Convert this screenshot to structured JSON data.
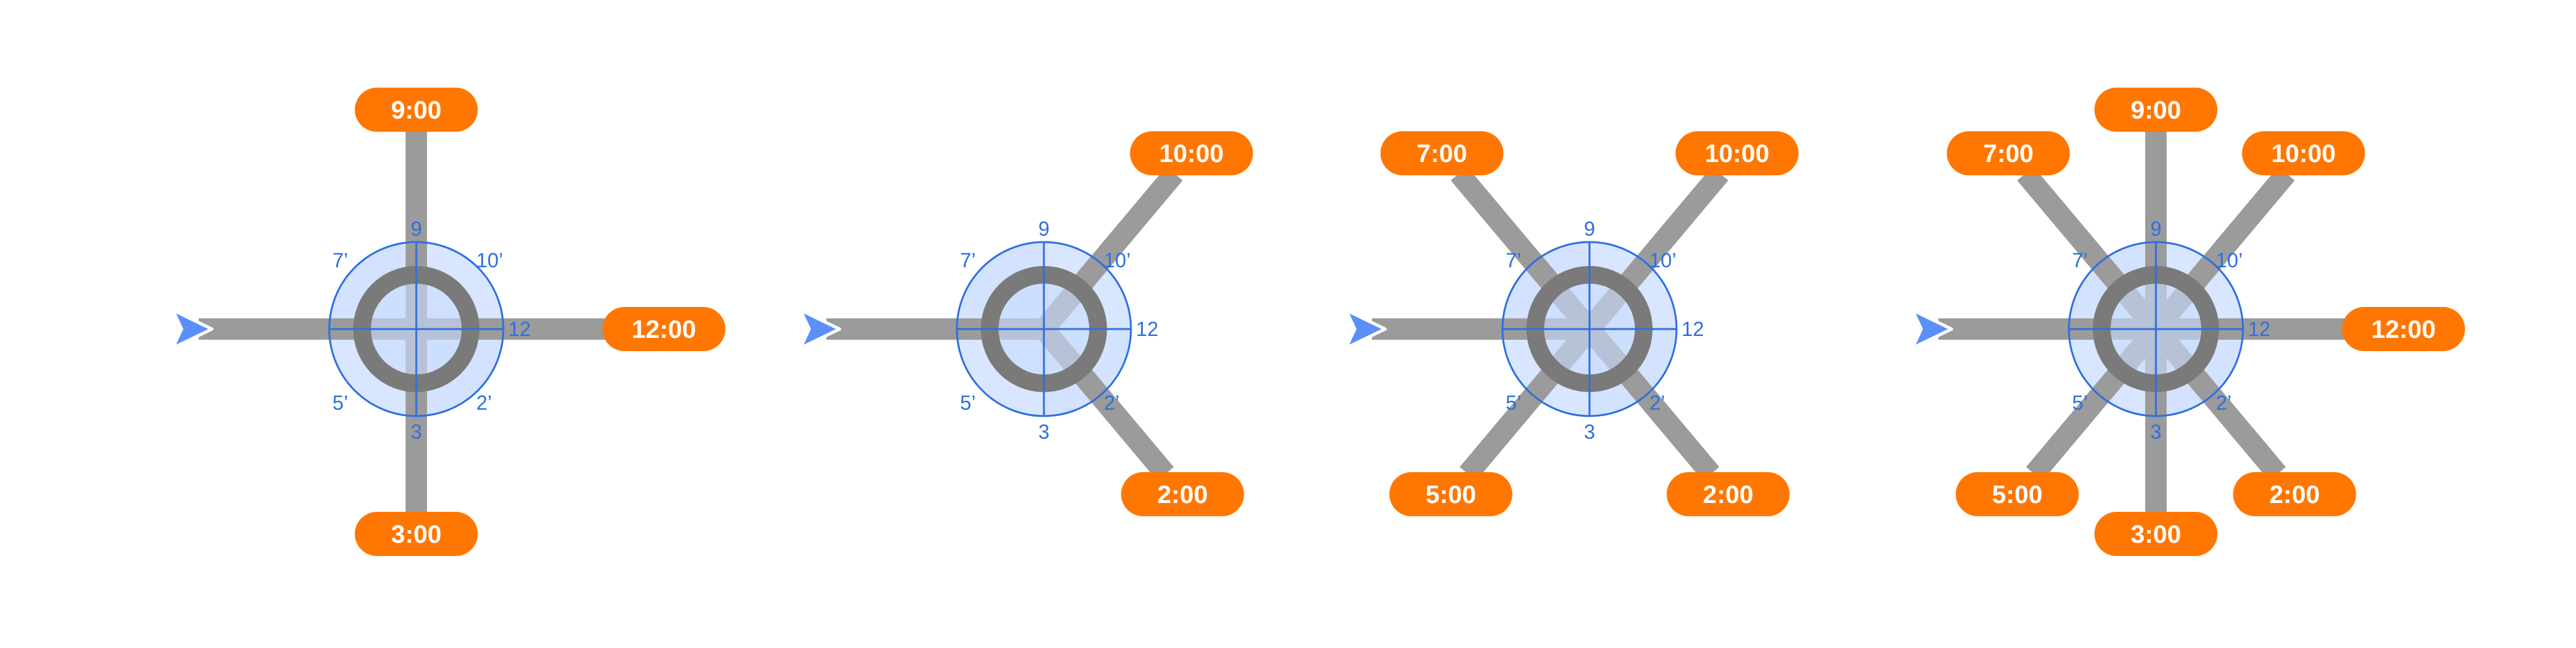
{
  "colors": {
    "road": "#9b9b9b",
    "ring": "#7a7a7a",
    "dial": "#2f6fe0",
    "dial_fill": "#c9dcff",
    "pill": "#ff7700",
    "pill_text": "#ffffff",
    "arrow": "#5b8ff9"
  },
  "icons": {
    "entry": "direction-arrow-icon"
  },
  "dial_labels": {
    "d9": "9",
    "d12": "12",
    "d3": "3",
    "d7": "7’",
    "d10": "10’",
    "d5": "5’",
    "d2": "2’"
  },
  "diagrams": [
    {
      "exits": [
        {
          "dir": "9",
          "label": "9:00"
        },
        {
          "dir": "12",
          "label": "12:00"
        },
        {
          "dir": "3",
          "label": "3:00"
        }
      ]
    },
    {
      "exits": [
        {
          "dir": "10",
          "label": "10:00"
        },
        {
          "dir": "2",
          "label": "2:00"
        }
      ]
    },
    {
      "exits": [
        {
          "dir": "7",
          "label": "7:00"
        },
        {
          "dir": "10",
          "label": "10:00"
        },
        {
          "dir": "5",
          "label": "5:00"
        },
        {
          "dir": "2",
          "label": "2:00"
        }
      ]
    },
    {
      "exits": [
        {
          "dir": "7",
          "label": "7:00"
        },
        {
          "dir": "9",
          "label": "9:00"
        },
        {
          "dir": "10",
          "label": "10:00"
        },
        {
          "dir": "12",
          "label": "12:00"
        },
        {
          "dir": "5",
          "label": "5:00"
        },
        {
          "dir": "3",
          "label": "3:00"
        },
        {
          "dir": "2",
          "label": "2:00"
        }
      ]
    }
  ]
}
